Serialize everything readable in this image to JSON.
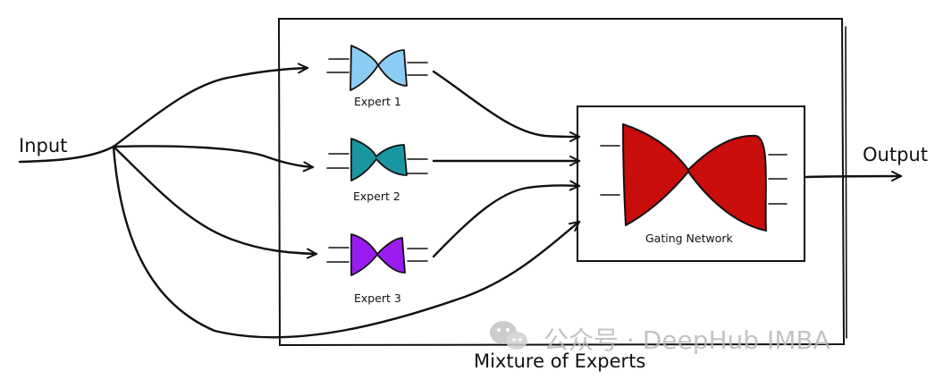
{
  "diagram": {
    "input_label": "Input",
    "output_label": "Output",
    "container_label": "Mixture of Experts",
    "gating_label": "Gating Network",
    "experts": [
      {
        "label": "Expert 1",
        "color": "#8ccdf5"
      },
      {
        "label": "Expert 2",
        "color": "#19969f"
      },
      {
        "label": "Expert 3",
        "color": "#9a1cf0"
      }
    ],
    "gating_color": "#c90c0c"
  },
  "watermark": {
    "text": "公众号 · DeepHub IMBA",
    "icon": "wechat-icon"
  }
}
